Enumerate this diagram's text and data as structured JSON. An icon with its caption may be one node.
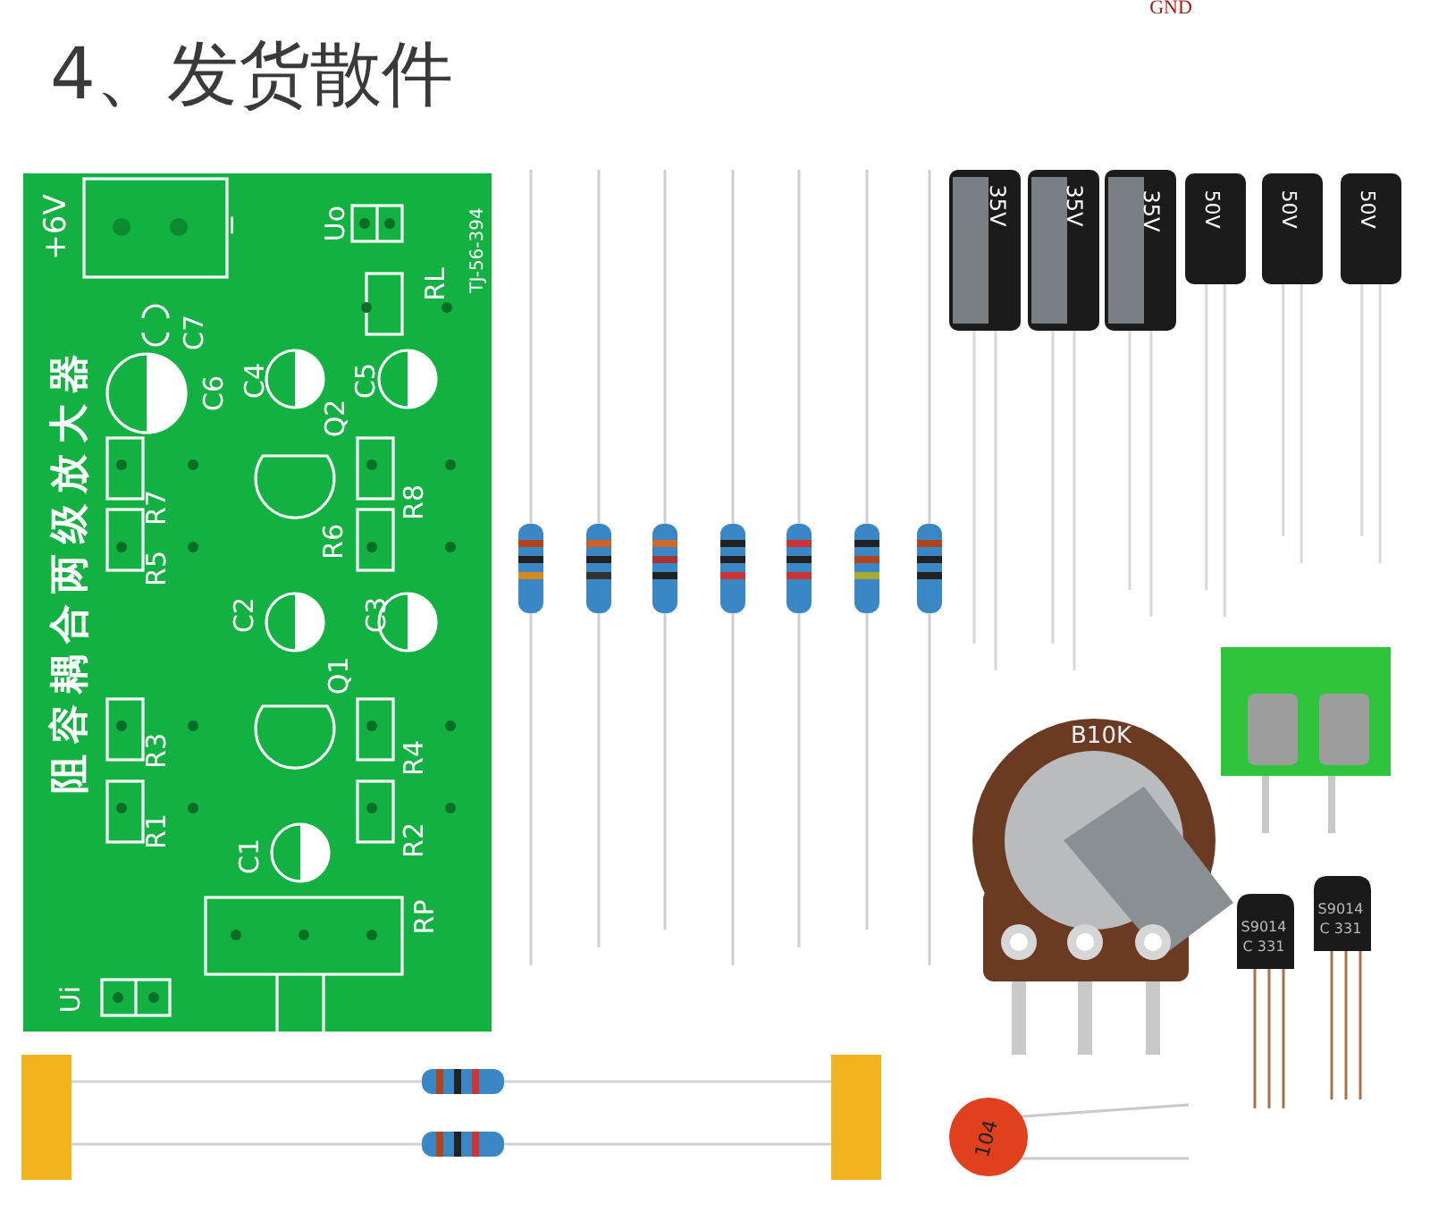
{
  "diagram": {
    "title": "4、发货散件",
    "labels": [
      "GND",
      "+6V",
      "−",
      "Uo",
      "TJ-56-394",
      "RL",
      "C7",
      "C6",
      "C4",
      "C5",
      "Q2",
      "阻容耦合两级放大器",
      "R7",
      "R8",
      "R5",
      "R6",
      "C2",
      "C3",
      "Q1",
      "R3",
      "R4",
      "R1",
      "R2",
      "C1",
      "RP",
      "Ui",
      "35V",
      "35V",
      "35V",
      "50V",
      "50V",
      "50V",
      "B10K",
      "S9014",
      "C 331",
      "S9014",
      "C 331",
      "104"
    ]
  }
}
